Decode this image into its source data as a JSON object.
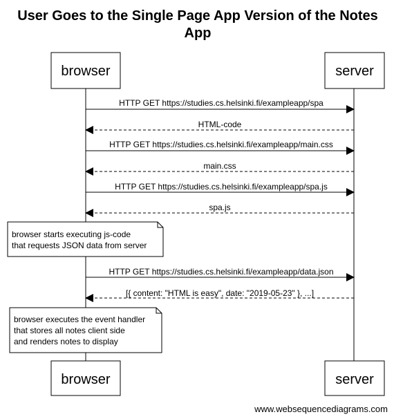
{
  "title_lines": [
    "User Goes to the Single Page App Version of the Notes",
    "App"
  ],
  "participants": [
    "browser",
    "server"
  ],
  "messages": [
    {
      "from": "browser",
      "to": "server",
      "label": "HTTP GET https://studies.cs.helsinki.fi/exampleapp/spa",
      "style": "solid"
    },
    {
      "from": "server",
      "to": "browser",
      "label": "HTML-code",
      "style": "dashed"
    },
    {
      "from": "browser",
      "to": "server",
      "label": "HTTP GET https://studies.cs.helsinki.fi/exampleapp/main.css",
      "style": "solid"
    },
    {
      "from": "server",
      "to": "browser",
      "label": "main.css",
      "style": "dashed"
    },
    {
      "from": "browser",
      "to": "server",
      "label": "HTTP GET https://studies.cs.helsinki.fi/exampleapp/spa.js",
      "style": "solid"
    },
    {
      "from": "server",
      "to": "browser",
      "label": "spa.js",
      "style": "dashed"
    },
    {
      "from": "browser",
      "to": "server",
      "label": "HTTP GET https://studies.cs.helsinki.fi/exampleapp/data.json",
      "style": "solid"
    },
    {
      "from": "server",
      "to": "browser",
      "label": "[{ content: \"HTML is easy\", date: \"2019-05-23\" }, ...]",
      "style": "dashed"
    }
  ],
  "notes": [
    {
      "over": "browser",
      "lines": [
        "browser starts executing js-code",
        "that requests JSON data from server"
      ]
    },
    {
      "over": "browser",
      "lines": [
        "browser executes the event handler",
        "that stores all notes client side",
        "and renders notes to display"
      ]
    }
  ],
  "footer": "www.websequencediagrams.com"
}
